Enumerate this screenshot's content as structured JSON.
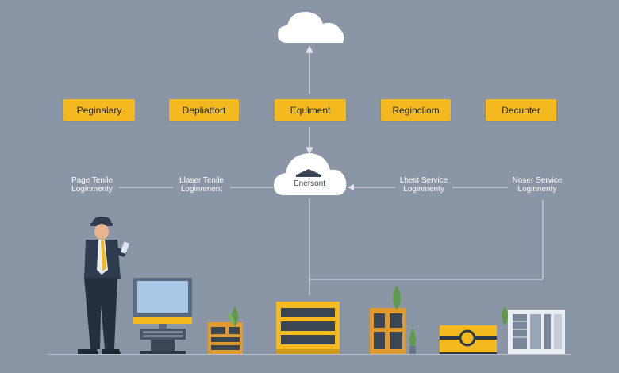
{
  "diagram": {
    "top_boxes": [
      {
        "id": "box-1",
        "label": "Peginalary"
      },
      {
        "id": "box-2",
        "label": "Depliattort"
      },
      {
        "id": "box-3",
        "label": "Equlment"
      },
      {
        "id": "box-4",
        "label": "Regincliom"
      },
      {
        "id": "box-5",
        "label": "Decunter"
      }
    ],
    "hub": {
      "label": "Enersont"
    },
    "side_labels": [
      {
        "line1": "Page Tenile",
        "line2": "Loginmenty"
      },
      {
        "line1": "Llaser Tenile",
        "line2": "Loginnment"
      },
      {
        "line1": "Lhest Service",
        "line2": "Loginmenty"
      },
      {
        "line1": "Noser Service",
        "line2": "Loginnenty"
      }
    ]
  },
  "colors": {
    "background": "#8a96a6",
    "accent": "#f5b920",
    "line": "#dfe4ea",
    "cloud": "#ffffff",
    "figure_suit": "#2f3c4f"
  },
  "icons": [
    "cloud-icon",
    "hub-cloud-icon",
    "technician-figure",
    "monitor-icon",
    "server-rack-icon",
    "plant-icon",
    "machine-icon",
    "building-icon"
  ]
}
